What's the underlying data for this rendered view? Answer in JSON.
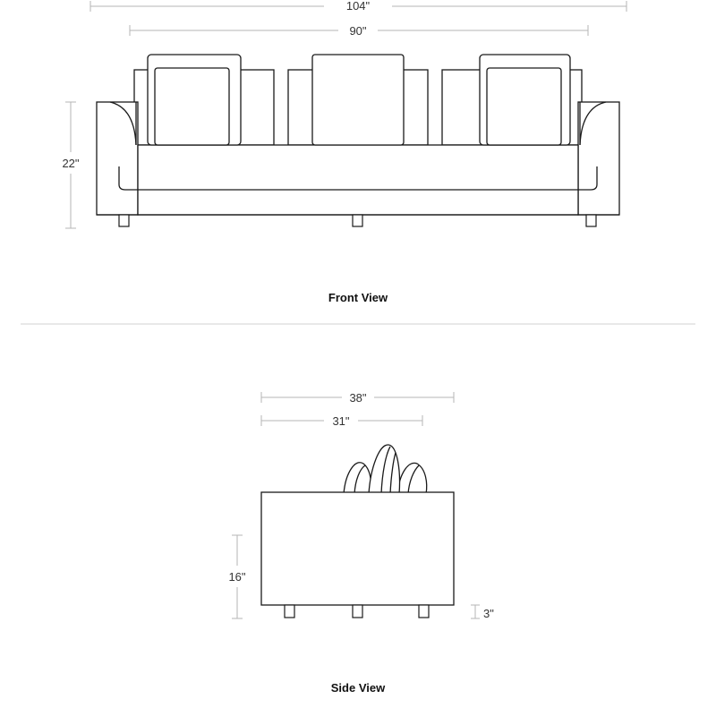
{
  "front_view": {
    "title": "Front View",
    "overall_width": "104\"",
    "seat_width": "90\"",
    "height": "22\""
  },
  "side_view": {
    "title": "Side View",
    "overall_depth": "38\"",
    "seat_depth": "31\"",
    "seat_height": "16\"",
    "leg_height": "3\""
  },
  "colors": {
    "line": "#1a1a1a",
    "dimension": "#b5b5b5",
    "divider": "#d0d0d0"
  }
}
